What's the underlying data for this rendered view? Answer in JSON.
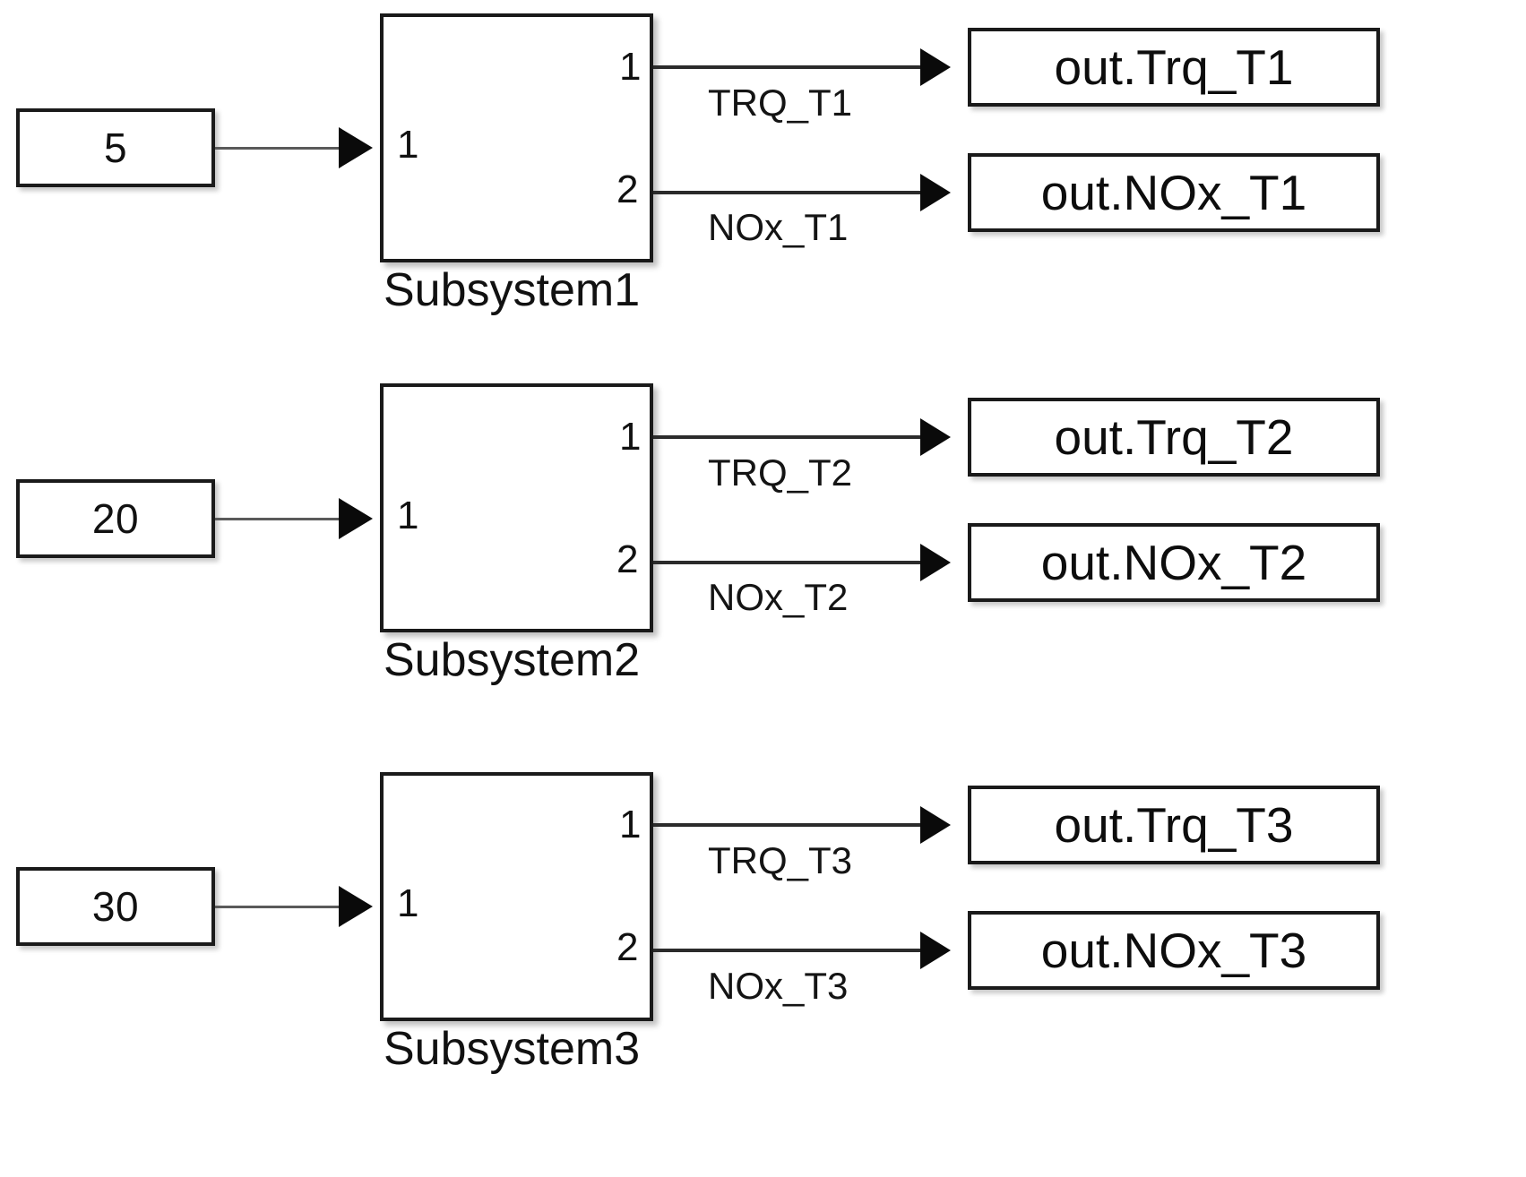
{
  "diagram": {
    "title": "Simulink block diagram",
    "background_color": "#ffffff",
    "line_color": "#2b2b2b",
    "block_border_color": "#1a1a1a",
    "block_fill_color": "#ffffff"
  },
  "groups": [
    {
      "constant_value": "5",
      "subsystem_name": "Subsystem1",
      "input_port": "1",
      "output_ports": [
        "1",
        "2"
      ],
      "signals": [
        "TRQ_T1",
        "NOx_T1"
      ],
      "outputs": [
        "out.Trq_T1",
        "out.NOx_T1"
      ]
    },
    {
      "constant_value": "20",
      "subsystem_name": "Subsystem2",
      "input_port": "1",
      "output_ports": [
        "1",
        "2"
      ],
      "signals": [
        "TRQ_T2",
        "NOx_T2"
      ],
      "outputs": [
        "out.Trq_T2",
        "out.NOx_T2"
      ]
    },
    {
      "constant_value": "30",
      "subsystem_name": "Subsystem3",
      "input_port": "1",
      "output_ports": [
        "1",
        "2"
      ],
      "signals": [
        "TRQ_T3",
        "NOx_T3"
      ],
      "outputs": [
        "out.Trq_T3",
        "out.NOx_T3"
      ]
    }
  ]
}
